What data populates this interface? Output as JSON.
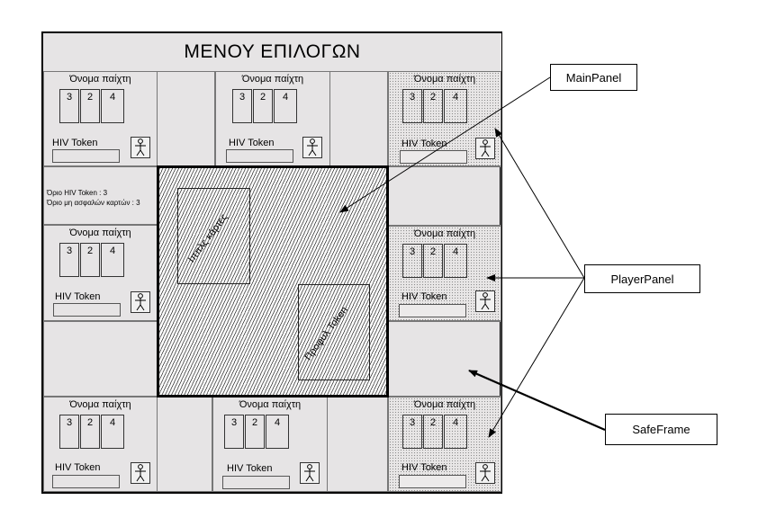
{
  "menu": {
    "title": "ΜΕΝΟΥ ΕΠΙΛΟΓΩΝ"
  },
  "player_panel": {
    "name_label": "Όνομα παίχτη",
    "card_values": [
      "3",
      "2",
      "4"
    ],
    "hiv_label": "HIV Token"
  },
  "limits": {
    "line1": "Όριο HIV Token : 3",
    "line2": "Όριο μη ασφαλών καρτών : 3"
  },
  "main_panel": {
    "deck_label": "Ιππλς κάρτες",
    "tokens_label": "Προφυλ Token"
  },
  "callouts": {
    "main_panel": "MainPanel",
    "player_panel": "PlayerPanel",
    "safe_frame": "SafeFrame"
  },
  "icons": {
    "player": "stick-figure-icon"
  }
}
